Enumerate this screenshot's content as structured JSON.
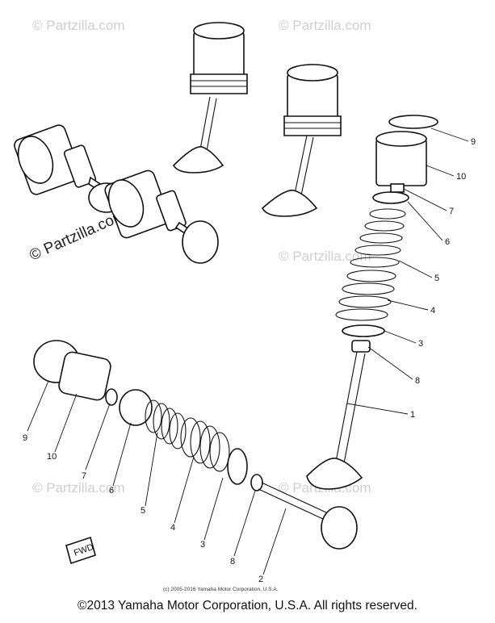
{
  "watermark": {
    "text": "© Partzilla.com"
  },
  "callouts": {
    "upper": [
      "9",
      "10",
      "7",
      "6",
      "5",
      "4",
      "3",
      "8",
      "1"
    ],
    "lower": [
      "9",
      "10",
      "7",
      "6",
      "5",
      "4",
      "3",
      "8",
      "2"
    ]
  },
  "fwd_label": "FWD",
  "inner_copyright": "(c) 2005-2016 Yamaha Motor Corporation, U.S.A.",
  "footer_copyright": "©2013 Yamaha Motor Corporation, U.S.A. All rights reserved."
}
